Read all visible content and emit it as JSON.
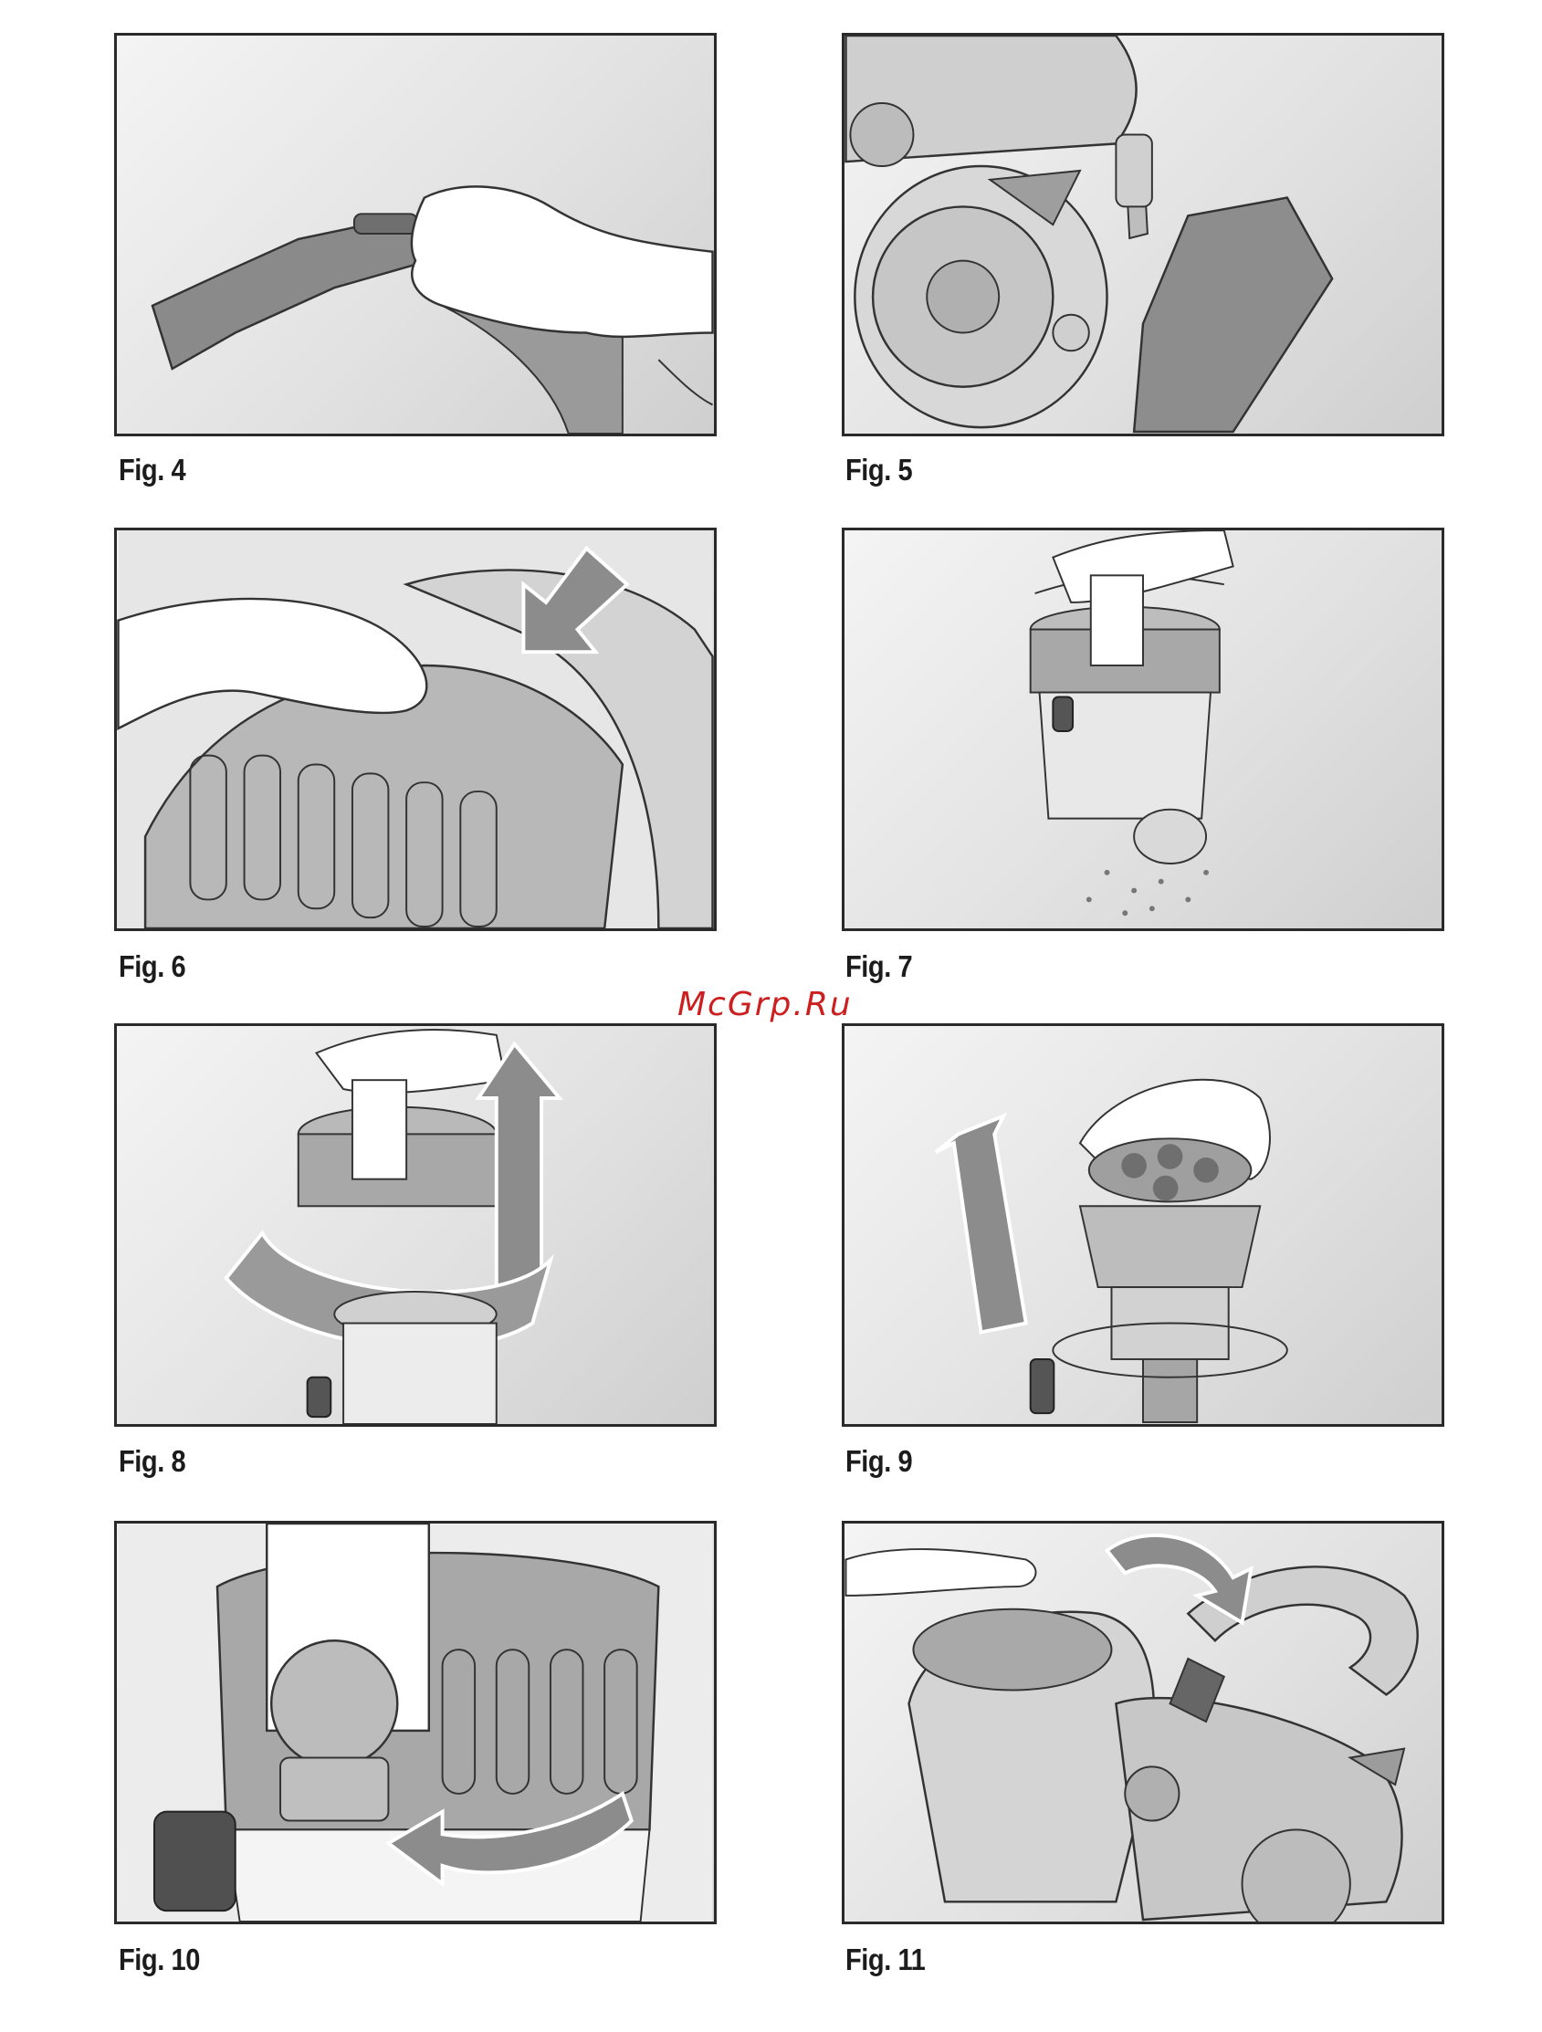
{
  "watermark": "McGrp.Ru",
  "figures": [
    {
      "id": "fig4",
      "caption": "Fig. 4",
      "scene": "hand-holding-hose-handle"
    },
    {
      "id": "fig5",
      "caption": "Fig. 5",
      "scene": "nozzle-parked-on-vacuum"
    },
    {
      "id": "fig6",
      "caption": "Fig. 6",
      "scene": "press-release-button"
    },
    {
      "id": "fig7",
      "caption": "Fig. 7",
      "scene": "empty-dust-container"
    },
    {
      "id": "fig8",
      "caption": "Fig. 8",
      "scene": "twist-lift-lid"
    },
    {
      "id": "fig9",
      "caption": "Fig. 9",
      "scene": "lift-filter-assembly"
    },
    {
      "id": "fig10",
      "caption": "Fig. 10",
      "scene": "rotate-lid-lock"
    },
    {
      "id": "fig11",
      "caption": "Fig. 11",
      "scene": "insert-container-into-vacuum"
    }
  ]
}
